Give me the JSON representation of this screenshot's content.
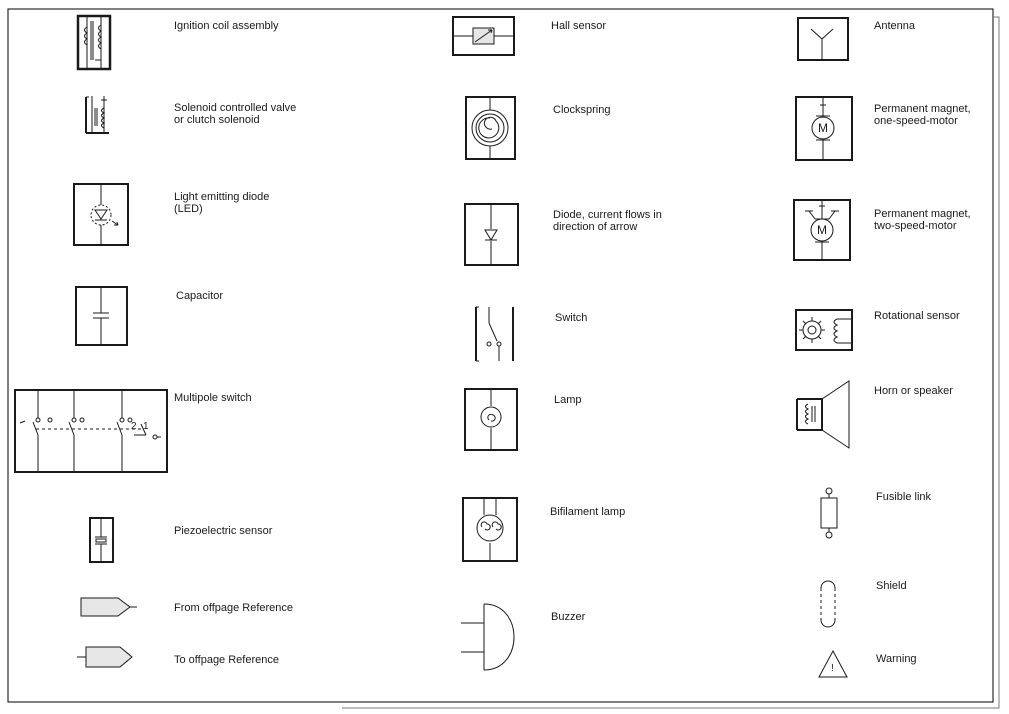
{
  "colors": {
    "ink": "#1a1a1a",
    "fill_gray": "#e6e6e6",
    "frame": "#000000",
    "shadow": "#7a7a7a"
  },
  "symbols": [
    {
      "id": "ignition-coil-assembly",
      "label": "Ignition coil assembly",
      "icon": "ignition-coil-icon"
    },
    {
      "id": "solenoid-valve",
      "label": "Solenoid controlled valve\nor clutch solenoid",
      "icon": "solenoid-icon"
    },
    {
      "id": "light-emitting-diode",
      "label": "Light emitting diode\n(LED)",
      "icon": "led-icon"
    },
    {
      "id": "capacitor",
      "label": "Capacitor",
      "icon": "capacitor-icon"
    },
    {
      "id": "multipole-switch",
      "label": "Multipole switch",
      "icon": "multipole-switch-icon",
      "pin_labels": [
        "2",
        "1"
      ]
    },
    {
      "id": "piezoelectric-sensor",
      "label": "Piezoelectric sensor",
      "icon": "piezo-sensor-icon"
    },
    {
      "id": "from-offpage-reference",
      "label": "From offpage Reference",
      "icon": "from-offpage-icon"
    },
    {
      "id": "to-offpage-reference",
      "label": "To offpage Reference",
      "icon": "to-offpage-icon"
    },
    {
      "id": "hall-sensor",
      "label": "Hall sensor",
      "icon": "hall-sensor-icon"
    },
    {
      "id": "clockspring",
      "label": "Clockspring",
      "icon": "clockspring-icon"
    },
    {
      "id": "diode",
      "label": "Diode, current flows in\ndirection of arrow",
      "icon": "diode-icon"
    },
    {
      "id": "switch",
      "label": "Switch",
      "icon": "switch-icon"
    },
    {
      "id": "lamp",
      "label": "Lamp",
      "icon": "lamp-icon"
    },
    {
      "id": "bifilament-lamp",
      "label": "Bifilament lamp",
      "icon": "bifilament-lamp-icon"
    },
    {
      "id": "buzzer",
      "label": "Buzzer",
      "icon": "buzzer-icon"
    },
    {
      "id": "antenna",
      "label": "Antenna",
      "icon": "antenna-icon"
    },
    {
      "id": "pm-one-speed-motor",
      "label": "Permanent magnet,\none-speed-motor",
      "icon": "one-speed-motor-icon",
      "glyph": "M"
    },
    {
      "id": "pm-two-speed-motor",
      "label": "Permanent magnet,\ntwo-speed-motor",
      "icon": "two-speed-motor-icon",
      "glyph": "M"
    },
    {
      "id": "rotational-sensor",
      "label": "Rotational sensor",
      "icon": "rotational-sensor-icon"
    },
    {
      "id": "horn-or-speaker",
      "label": "Horn or speaker",
      "icon": "horn-speaker-icon"
    },
    {
      "id": "fusible-link",
      "label": "Fusible link",
      "icon": "fusible-link-icon"
    },
    {
      "id": "shield",
      "label": "Shield",
      "icon": "shield-icon"
    },
    {
      "id": "warning",
      "label": "Warning",
      "icon": "warning-icon",
      "glyph": "!"
    }
  ]
}
